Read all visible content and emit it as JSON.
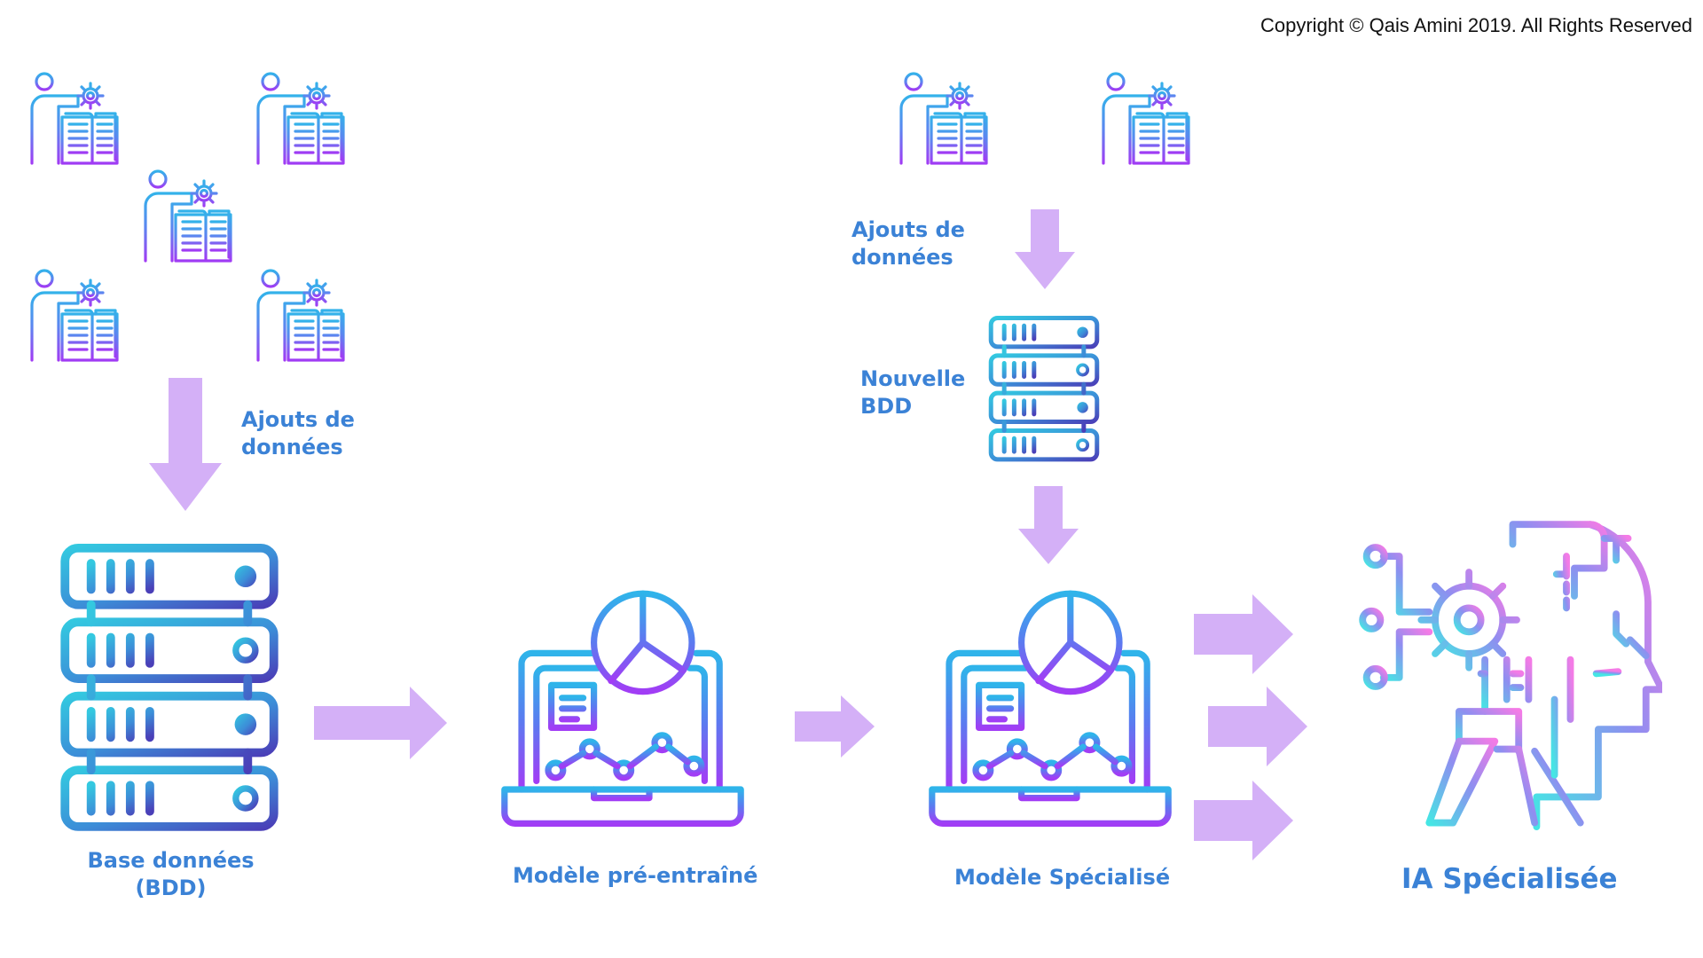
{
  "copyright": "Copyright © Qais Amini 2019. All Rights Reserved",
  "colors": {
    "label_blue": "#3b82d6",
    "arrow_violet": "#d4b0f7",
    "icon_gradient_top": "#2fb6ea",
    "icon_gradient_mid": "#5a7ff0",
    "icon_gradient_bottom": "#9b3cf5",
    "brain_pink": "#f07ae8",
    "brain_cyan": "#4fe0e8"
  },
  "icons": {
    "expert": "expert-with-gear-and-book-icon",
    "database": "server-rack-icon",
    "model": "laptop-analytics-icon",
    "ai": "robot-head-gear-icon"
  },
  "labels": {
    "ajouts_left": [
      "Ajouts de",
      "données"
    ],
    "ajouts_right": [
      "Ajouts de",
      "données"
    ],
    "nouvelle_bdd": [
      "Nouvelle",
      "BDD"
    ],
    "base_donnees": [
      "Base données",
      "(BDD)"
    ],
    "modele_pre": "Modèle pré-entraîné",
    "modele_spec": "Modèle Spécialisé",
    "ia_spec": "IA Spécialisée"
  }
}
